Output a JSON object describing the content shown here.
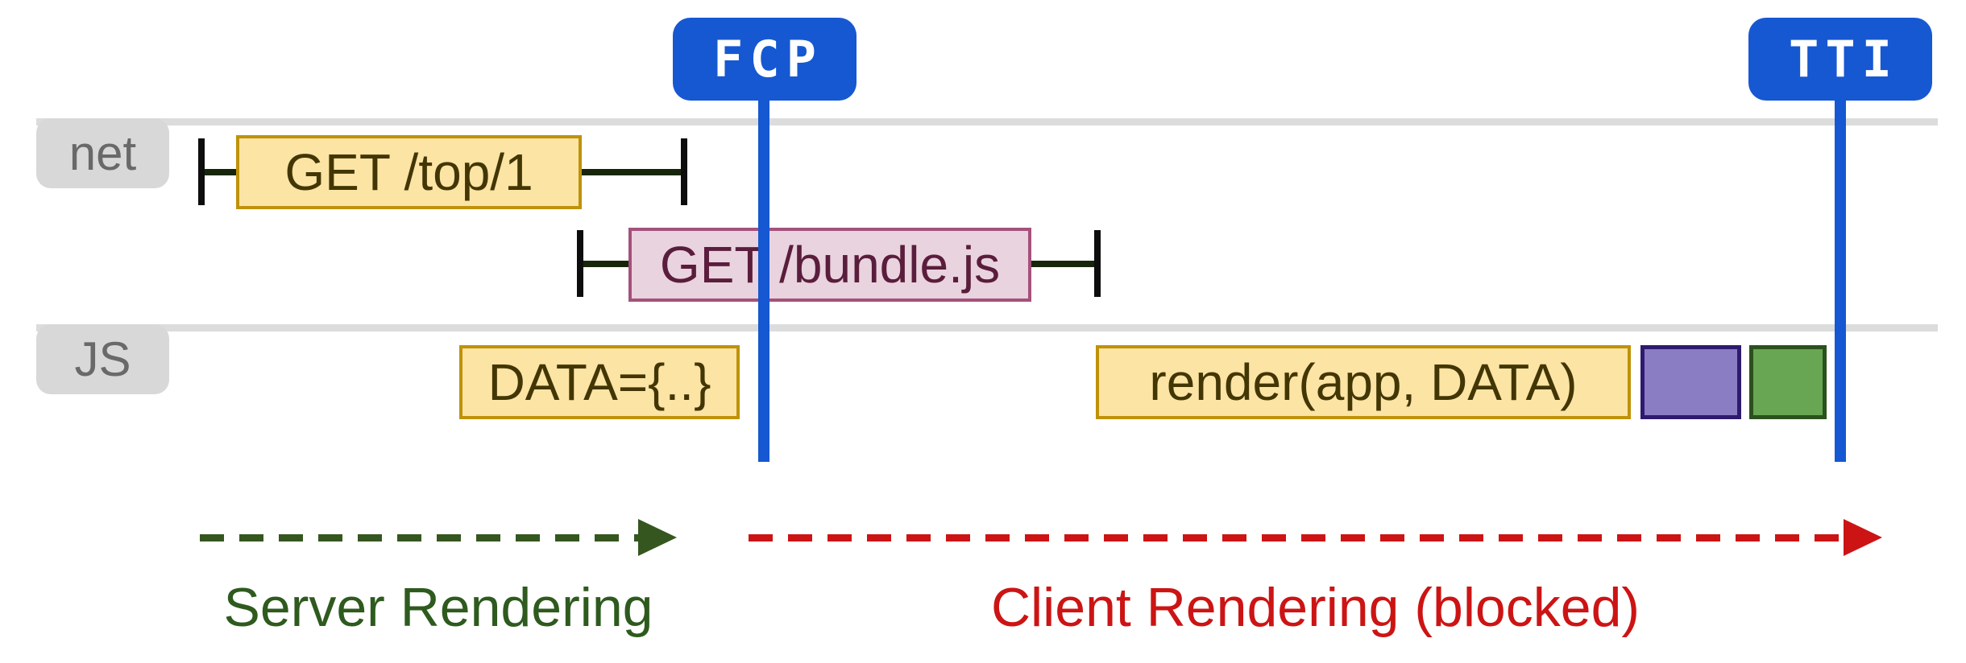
{
  "markers": {
    "fcp": {
      "label": "FCP"
    },
    "tti": {
      "label": "TTI"
    }
  },
  "lanes": {
    "net": {
      "label": "net"
    },
    "js": {
      "label": "JS"
    }
  },
  "events": {
    "get_top": {
      "label": "GET /top/1"
    },
    "get_bundle": {
      "label": "GET /bundle.js"
    },
    "data_parse": {
      "label": "DATA={..}"
    },
    "render_call": {
      "label": "render(app, DATA)"
    }
  },
  "phases": {
    "server": {
      "label": "Server Rendering"
    },
    "client": {
      "label": "Client Rendering (blocked)"
    }
  },
  "colors": {
    "marker_blue": "#1658d2",
    "task_yellow_fill": "#fce4a4",
    "task_yellow_border": "#bf920b",
    "network_pink_fill": "#e9d3de",
    "network_pink_border": "#a4517c",
    "purple_block_fill": "#8b7dc3",
    "purple_block_border": "#2e1b6e",
    "green_block_fill": "#69a653",
    "green_block_border": "#2b511d",
    "lane_gray": "#dcdcdc",
    "server_phase_green": "#2e5a1e",
    "client_phase_red": "#cc1414"
  }
}
